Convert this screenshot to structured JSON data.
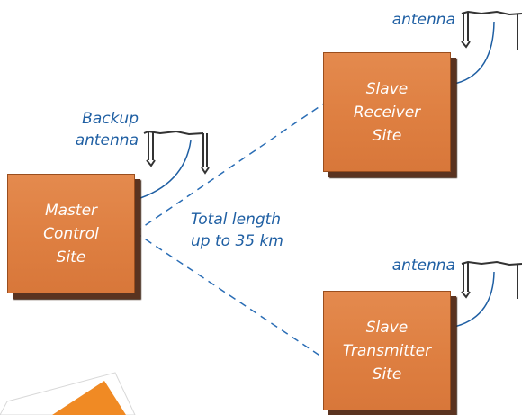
{
  "sites": {
    "master": {
      "line1": "Master",
      "line2": "Control",
      "line3": "Site"
    },
    "receiver": {
      "line1": "Slave",
      "line2": "Receiver",
      "line3": "Site"
    },
    "transmitter": {
      "line1": "Slave",
      "line2": "Transmitter",
      "line3": "Site"
    }
  },
  "labels": {
    "backup_line1": "Backup",
    "backup_line2": "antenna",
    "receiver_antenna": "antenna",
    "transmitter_antenna": "antenna",
    "link_line1": "Total length",
    "link_line2": "up to 35 km"
  },
  "colors": {
    "site_fill": "#e0834a",
    "label_text": "#1f5fa3",
    "link_line": "#2a6db5",
    "cable": "#1f5fa3",
    "arrow": "#f08a24"
  }
}
